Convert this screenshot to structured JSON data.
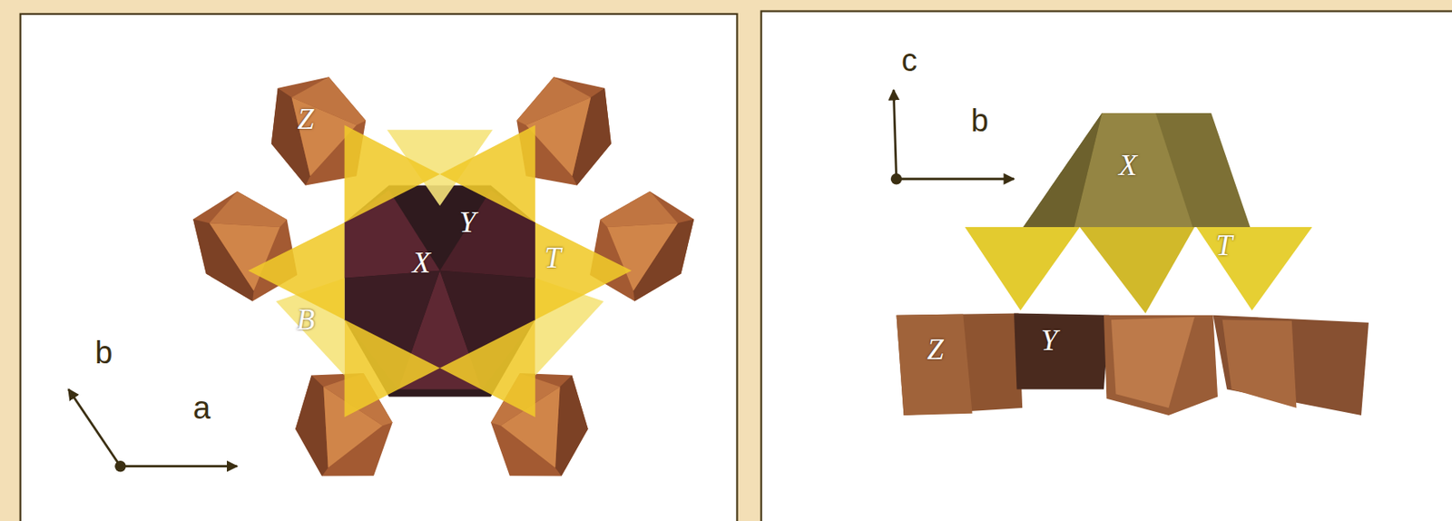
{
  "diagram": {
    "labels": [
      "Z",
      "Y",
      "X",
      "T",
      "B",
      "b",
      "a",
      "c",
      "b",
      "X",
      "T",
      "Z",
      "Y"
    ]
  }
}
